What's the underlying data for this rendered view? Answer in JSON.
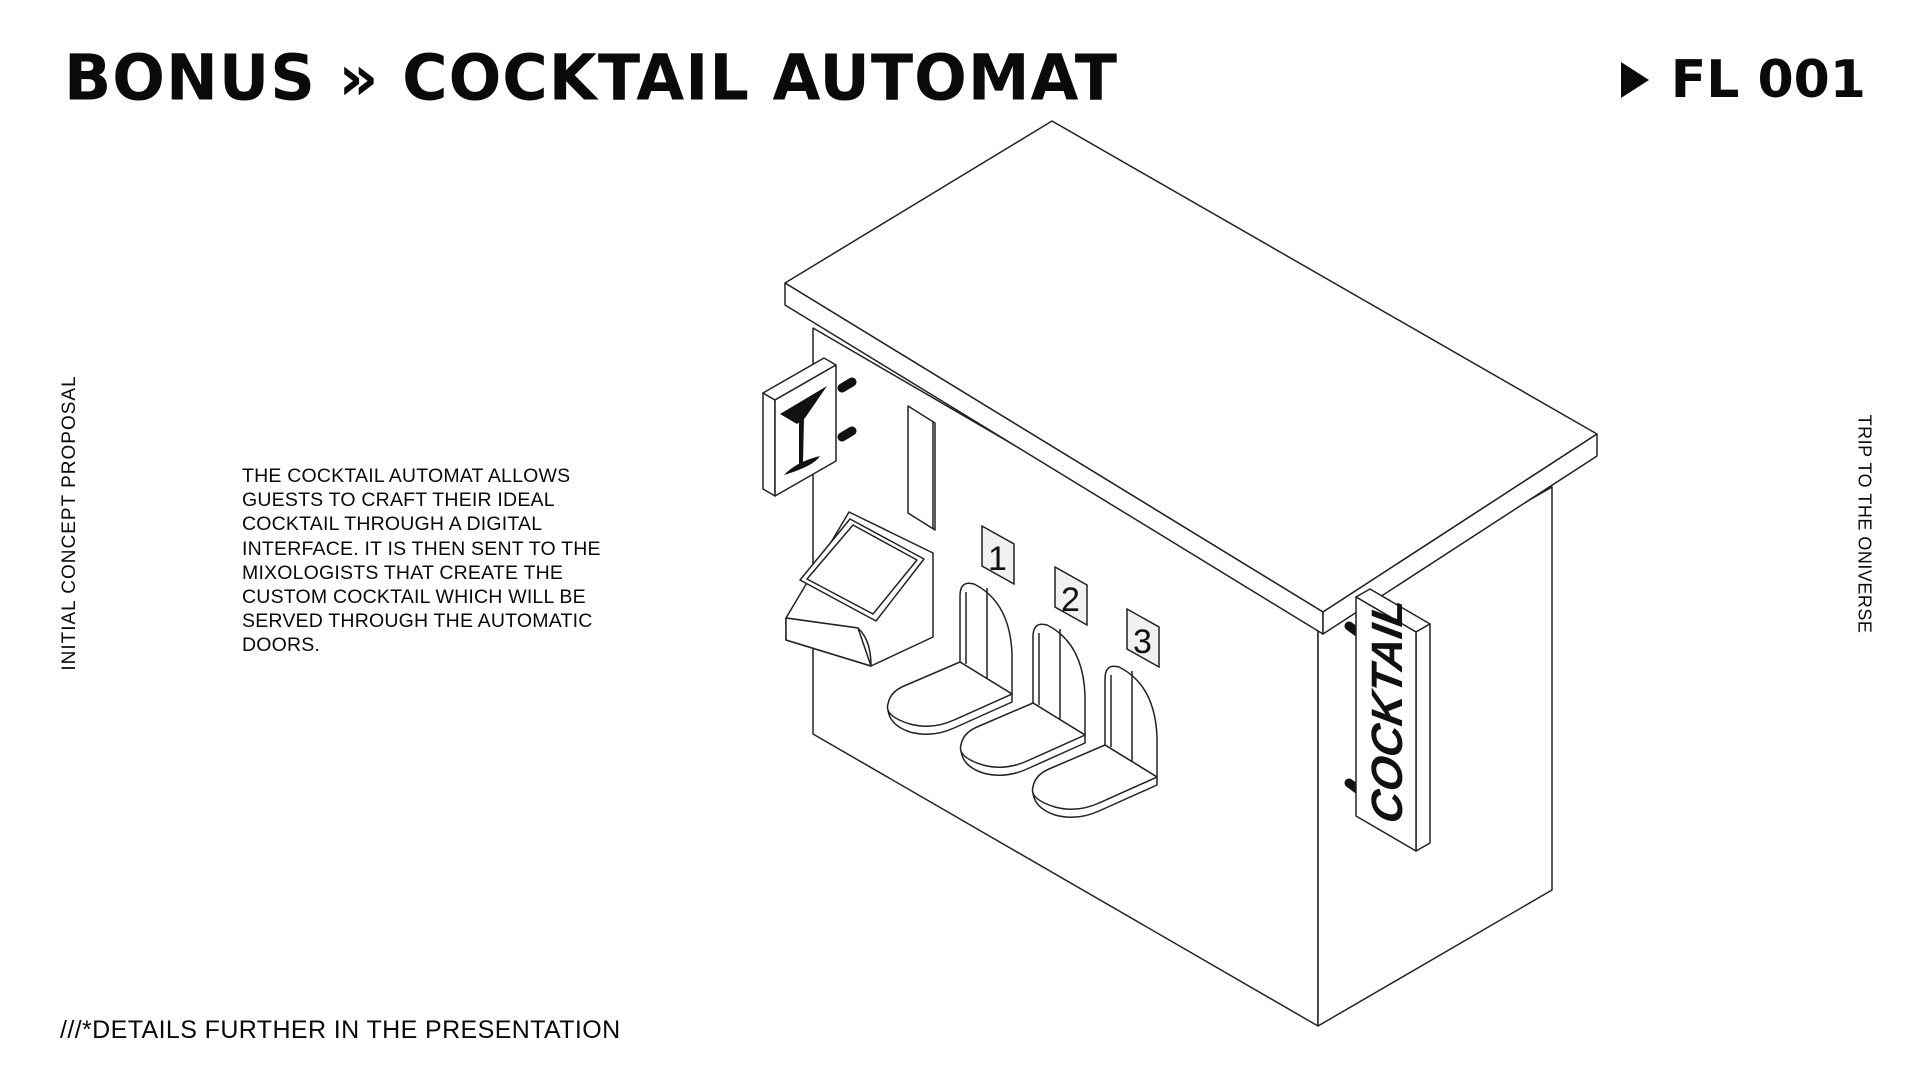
{
  "header": {
    "title": "BONUS » COCKTAIL AUTOMAT",
    "code": "FL 001",
    "code_marker_icon": "play-triangle-icon"
  },
  "side_labels": {
    "left": "INITIAL CONCEPT PROPOSAL",
    "right": "TRIP TO THE ONIVERSE"
  },
  "description": {
    "lines": [
      "THE COCKTAIL AUTOMAT ALLOWS",
      "GUESTS TO CRAFT THEIR IDEAL",
      "COCKTAIL THROUGH A DIGITAL",
      "INTERFACE. IT IS THEN SENT TO THE",
      "MIXOLOGISTS THAT CREATE THE",
      "CUSTOM COCKTAIL WHICH WILL BE",
      "SERVED THROUGH THE AUTOMATIC",
      "DOORS."
    ]
  },
  "footnote": "///*DETAILS FURTHER IN THE PRESENTATION",
  "illustration": {
    "subject": "cocktail automat isometric line drawing",
    "front_sign_icon": "cocktail-glass-icon",
    "side_sign_text": "COCKTAIL",
    "door_numbers": [
      "1",
      "2",
      "3"
    ],
    "colors": {
      "line": "#222222",
      "fill": "#ffffff",
      "plate": "#f1f1f1",
      "ink": "#111111"
    }
  }
}
